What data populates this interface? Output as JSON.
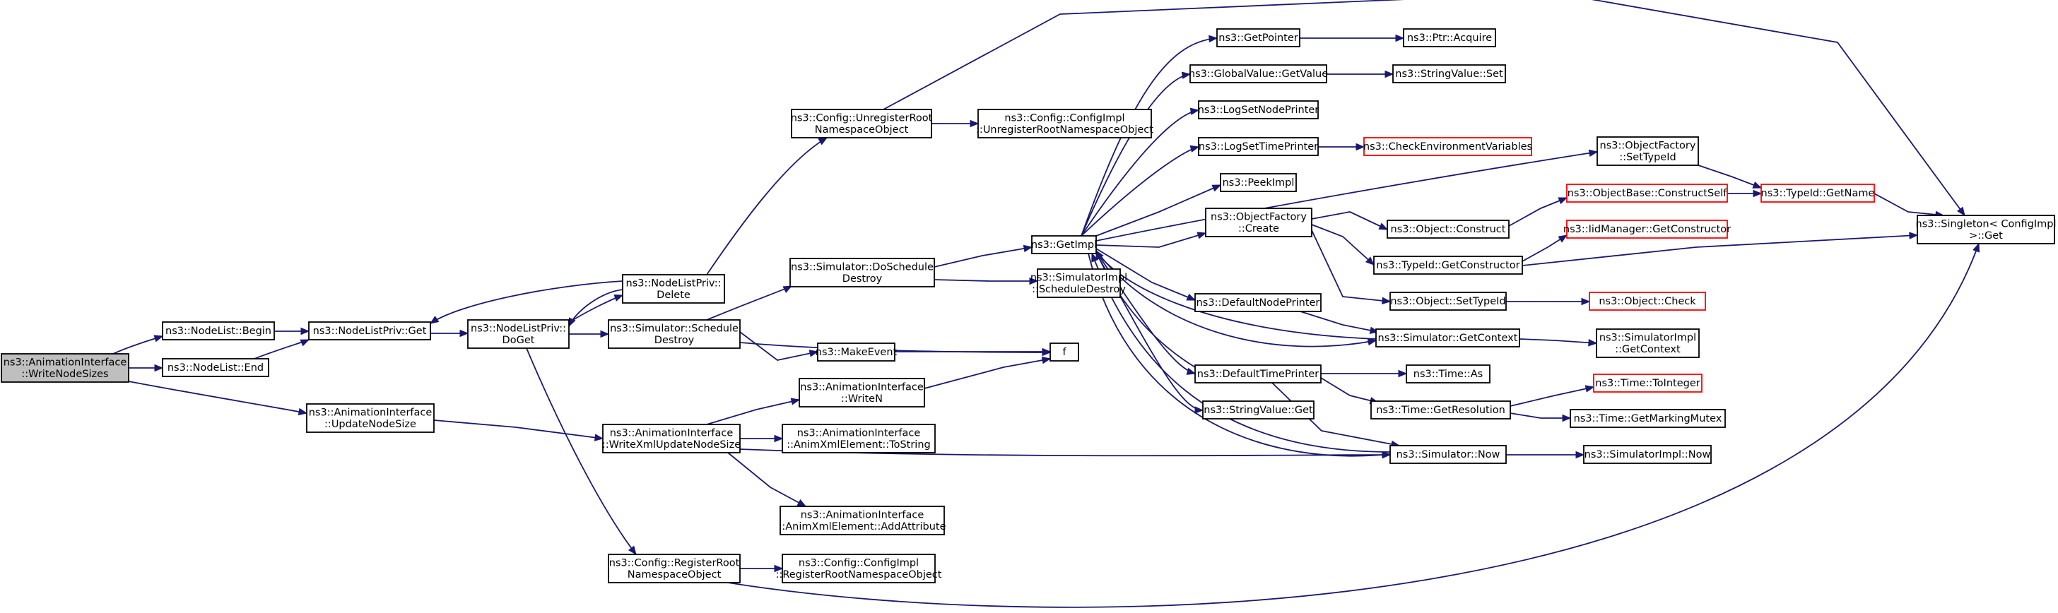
{
  "colors": {
    "edge": "#191970",
    "box_border": "#000000",
    "box_border_external": "#ff0000",
    "box_fill": "#ffffff",
    "root_fill": "#bfbfbf"
  },
  "nodes": [
    {
      "id": "root",
      "lines": [
        "ns3::AnimationInterface",
        "::WriteNodeSizes"
      ],
      "style": "root"
    },
    {
      "id": "nl_begin",
      "lines": [
        "ns3::NodeList::Begin"
      ],
      "style": "normal"
    },
    {
      "id": "nl_end",
      "lines": [
        "ns3::NodeList::End"
      ],
      "style": "normal"
    },
    {
      "id": "ai_update",
      "lines": [
        "ns3::AnimationInterface",
        "::UpdateNodeSize"
      ],
      "style": "normal"
    },
    {
      "id": "nlp_get",
      "lines": [
        "ns3::NodeListPriv::Get"
      ],
      "style": "normal"
    },
    {
      "id": "nlp_doget",
      "lines": [
        "ns3::NodeListPriv::",
        "DoGet"
      ],
      "style": "normal"
    },
    {
      "id": "nlp_delete",
      "lines": [
        "ns3::NodeListPriv::",
        "Delete"
      ],
      "style": "normal"
    },
    {
      "id": "cfg_unreg",
      "lines": [
        "ns3::Config::UnregisterRoot",
        "NamespaceObject"
      ],
      "style": "normal"
    },
    {
      "id": "cfgimpl_unreg",
      "lines": [
        "ns3::Config::ConfigImpl",
        "::UnregisterRootNamespaceObject"
      ],
      "style": "normal"
    },
    {
      "id": "sim_sched",
      "lines": [
        "ns3::Simulator::Schedule",
        "Destroy"
      ],
      "style": "normal"
    },
    {
      "id": "sim_dosched",
      "lines": [
        "ns3::Simulator::DoSchedule",
        "Destroy"
      ],
      "style": "normal"
    },
    {
      "id": "simimpl_sched",
      "lines": [
        "ns3::SimulatorImpl",
        "::ScheduleDestroy"
      ],
      "style": "normal"
    },
    {
      "id": "make_event",
      "lines": [
        "ns3::MakeEvent"
      ],
      "style": "normal"
    },
    {
      "id": "f",
      "lines": [
        "f"
      ],
      "style": "normal"
    },
    {
      "id": "ai_writen",
      "lines": [
        "ns3::AnimationInterface",
        "::WriteN"
      ],
      "style": "normal"
    },
    {
      "id": "ai_writexml",
      "lines": [
        "ns3::AnimationInterface",
        "::WriteXmlUpdateNodeSize"
      ],
      "style": "normal"
    },
    {
      "id": "ai_tostring",
      "lines": [
        "ns3::AnimationInterface",
        "::AnimXmlElement::ToString"
      ],
      "style": "normal"
    },
    {
      "id": "ai_addattr",
      "lines": [
        "ns3::AnimationInterface",
        "::AnimXmlElement::AddAttribute"
      ],
      "style": "normal"
    },
    {
      "id": "cfg_reg",
      "lines": [
        "ns3::Config::RegisterRoot",
        "NamespaceObject"
      ],
      "style": "normal"
    },
    {
      "id": "cfgimpl_reg",
      "lines": [
        "ns3::Config::ConfigImpl",
        "::RegisterRootNamespaceObject"
      ],
      "style": "normal"
    },
    {
      "id": "getimpl",
      "lines": [
        "ns3::GetImpl"
      ],
      "style": "normal"
    },
    {
      "id": "getpointer",
      "lines": [
        "ns3::GetPointer"
      ],
      "style": "normal"
    },
    {
      "id": "ptr_acquire",
      "lines": [
        "ns3::Ptr::Acquire"
      ],
      "style": "normal"
    },
    {
      "id": "gv_getvalue",
      "lines": [
        "ns3::GlobalValue::GetValue"
      ],
      "style": "normal"
    },
    {
      "id": "sv_set",
      "lines": [
        "ns3::StringValue::Set"
      ],
      "style": "normal"
    },
    {
      "id": "logsetnode",
      "lines": [
        "ns3::LogSetNodePrinter"
      ],
      "style": "normal"
    },
    {
      "id": "logsettime",
      "lines": [
        "ns3::LogSetTimePrinter"
      ],
      "style": "normal"
    },
    {
      "id": "checkenv",
      "lines": [
        "ns3::CheckEnvironmentVariables"
      ],
      "style": "external"
    },
    {
      "id": "peekimpl",
      "lines": [
        "ns3::PeekImpl"
      ],
      "style": "normal"
    },
    {
      "id": "of_create",
      "lines": [
        "ns3::ObjectFactory",
        "::Create"
      ],
      "style": "normal"
    },
    {
      "id": "obj_construct",
      "lines": [
        "ns3::Object::Construct"
      ],
      "style": "normal"
    },
    {
      "id": "objbase_construct",
      "lines": [
        "ns3::ObjectBase::ConstructSelf"
      ],
      "style": "external"
    },
    {
      "id": "typeid_getctor",
      "lines": [
        "ns3::TypeId::GetConstructor"
      ],
      "style": "normal"
    },
    {
      "id": "iidmgr_getctor",
      "lines": [
        "ns3::IidManager::GetConstructor"
      ],
      "style": "external"
    },
    {
      "id": "obj_settypeid",
      "lines": [
        "ns3::Object::SetTypeId"
      ],
      "style": "normal"
    },
    {
      "id": "obj_check",
      "lines": [
        "ns3::Object::Check"
      ],
      "style": "external"
    },
    {
      "id": "of_settypeid",
      "lines": [
        "ns3::ObjectFactory",
        "::SetTypeId"
      ],
      "style": "normal"
    },
    {
      "id": "typeid_getname",
      "lines": [
        "ns3::TypeId::GetName"
      ],
      "style": "external"
    },
    {
      "id": "singleton_get",
      "lines": [
        "ns3::Singleton< ConfigImpl",
        " >::Get"
      ],
      "style": "normal"
    },
    {
      "id": "defnodeprinter",
      "lines": [
        "ns3::DefaultNodePrinter"
      ],
      "style": "normal"
    },
    {
      "id": "sim_getctx",
      "lines": [
        "ns3::Simulator::GetContext"
      ],
      "style": "normal"
    },
    {
      "id": "simimpl_getctx",
      "lines": [
        "ns3::SimulatorImpl",
        "::GetContext"
      ],
      "style": "normal"
    },
    {
      "id": "deftimeprinter",
      "lines": [
        "ns3::DefaultTimePrinter"
      ],
      "style": "normal"
    },
    {
      "id": "time_as",
      "lines": [
        "ns3::Time::As"
      ],
      "style": "normal"
    },
    {
      "id": "time_getres",
      "lines": [
        "ns3::Time::GetResolution"
      ],
      "style": "normal"
    },
    {
      "id": "time_toint",
      "lines": [
        "ns3::Time::ToInteger"
      ],
      "style": "external"
    },
    {
      "id": "time_getmutex",
      "lines": [
        "ns3::Time::GetMarkingMutex"
      ],
      "style": "normal"
    },
    {
      "id": "sv_get",
      "lines": [
        "ns3::StringValue::Get"
      ],
      "style": "normal"
    },
    {
      "id": "sim_now",
      "lines": [
        "ns3::Simulator::Now"
      ],
      "style": "normal"
    },
    {
      "id": "simimpl_now",
      "lines": [
        "ns3::SimulatorImpl::Now"
      ],
      "style": "normal"
    }
  ]
}
